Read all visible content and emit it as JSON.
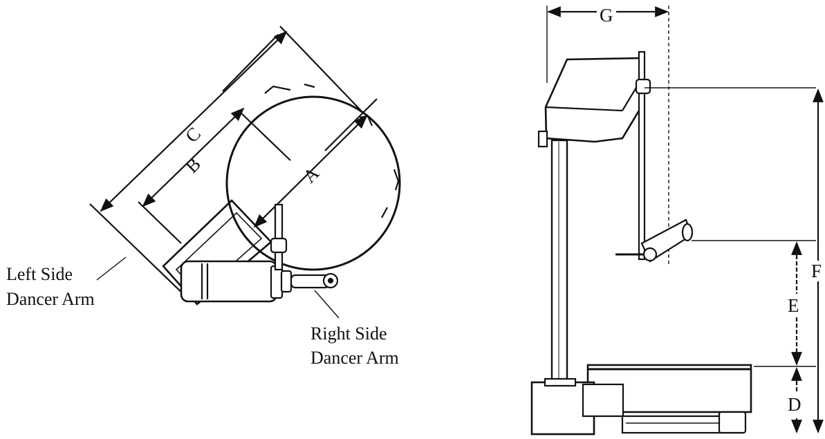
{
  "top_view": {
    "dimension_labels": {
      "a": "A",
      "b": "B",
      "c": "C"
    },
    "left_arm": {
      "line1": "Left Side",
      "line2": "Dancer Arm"
    },
    "right_arm": {
      "line1": "Right Side",
      "line2": "Dancer Arm"
    }
  },
  "side_view": {
    "dimension_labels": {
      "d": "D",
      "e": "E",
      "f": "F",
      "g": "G"
    }
  },
  "colors": {
    "ink": "#111111",
    "background": "#ffffff"
  }
}
